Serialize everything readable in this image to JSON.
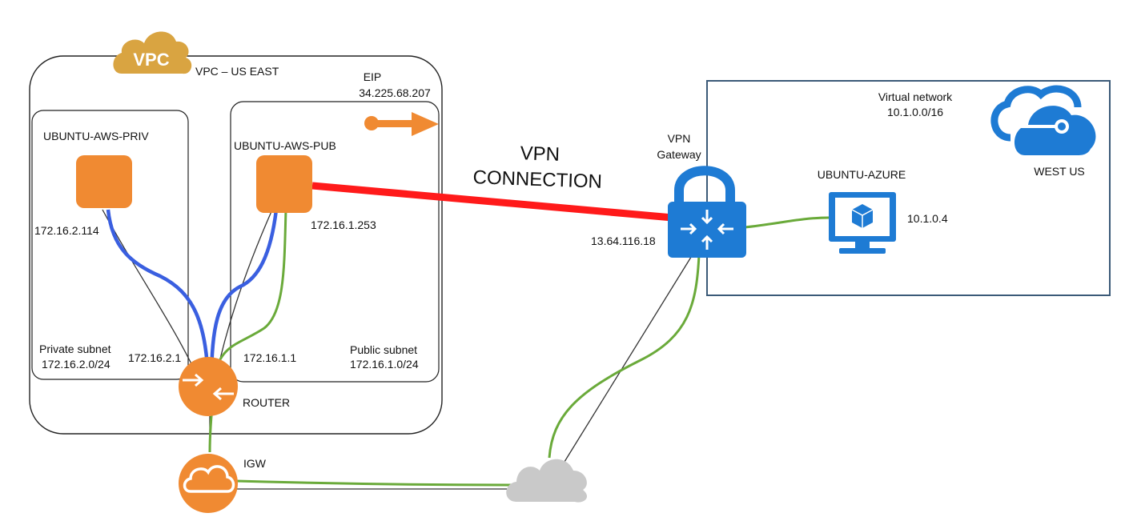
{
  "aws": {
    "vpc_badge": "VPC",
    "vpc_title": "VPC – US EAST",
    "eip_label": "EIP",
    "eip_address": "34.225.68.207",
    "private_subnet": {
      "name": "Private subnet",
      "cidr": "172.16.2.0/24",
      "gateway_ip": "172.16.2.1"
    },
    "public_subnet": {
      "name": "Public subnet",
      "cidr": "172.16.1.0/24",
      "gateway_ip": "172.16.1.1"
    },
    "priv_instance": {
      "name": "UBUNTU-AWS-PRIV",
      "ip": "172.16.2.114"
    },
    "pub_instance": {
      "name": "UBUNTU-AWS-PUB",
      "ip": "172.16.1.253"
    },
    "router_label": "ROUTER",
    "igw_label": "IGW"
  },
  "connection": {
    "line1": "VPN",
    "line2": "CONNECTION"
  },
  "azure": {
    "vpn_gateway_line1": "VPN",
    "vpn_gateway_line2": "Gateway",
    "vpn_gateway_ip": "13.64.116.18",
    "vnet_title": "Virtual network",
    "vnet_cidr": "10.1.0.0/16",
    "region": "WEST US",
    "vm_name": "UBUNTU-AZURE",
    "vm_ip": "10.1.0.4"
  },
  "colors": {
    "aws_orange": "#f08a32",
    "aws_badge_gold": "#d9a441",
    "azure_blue": "#1e7bd4",
    "vpn_red": "#ff1a1a",
    "link_blue": "#3a5fe0",
    "link_green": "#6aaa3a",
    "internet_cloud": "#c9c9c9"
  },
  "icons": {
    "vpc_badge": "cloud-badge-icon",
    "router": "router-icon",
    "igw": "internet-gateway-icon",
    "eip": "elastic-ip-arrow-icon",
    "vpn_gateway": "vpn-gateway-lock-icon",
    "azure_vm": "azure-vm-monitor-icon",
    "azure_cloud": "azure-cloud-icon",
    "internet": "internet-cloud-icon"
  }
}
